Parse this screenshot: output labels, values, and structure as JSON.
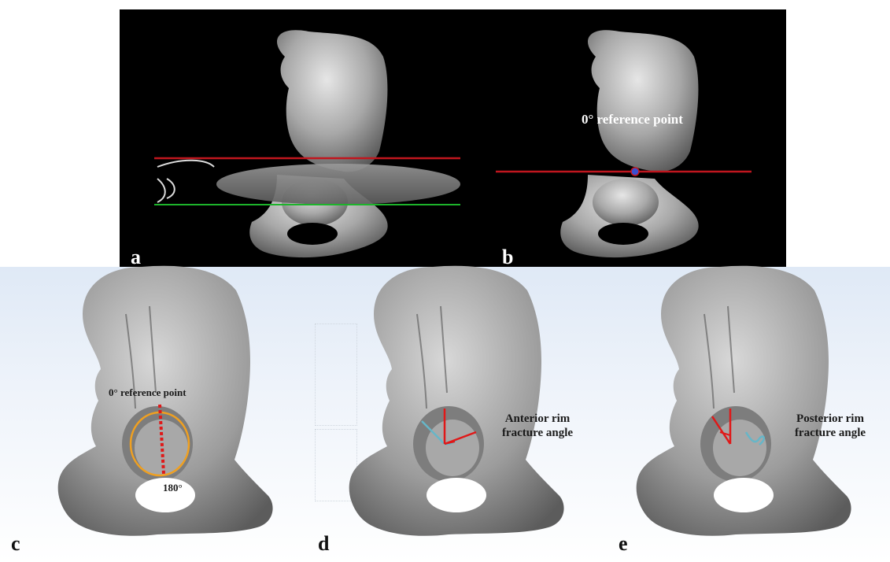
{
  "panels": {
    "a": {
      "letter": "a"
    },
    "b": {
      "letter": "b",
      "label": "0° reference point"
    },
    "c": {
      "letter": "c",
      "label_top": "0° reference point",
      "label_bottom": "180°"
    },
    "d": {
      "letter": "d",
      "label_line1": "Anterior rim",
      "label_line2": "fracture angle"
    },
    "e": {
      "letter": "e",
      "label_line1": "Posterior  rim",
      "label_line2": "fracture angle"
    }
  },
  "colors": {
    "reference_line": "#c0161e",
    "green_line": "#1db42b",
    "acetabular_circle": "#f0a020",
    "fracture_line": "#66b6c8",
    "angle_lines": "#e01818",
    "bone": "#9a9a9a",
    "reference_dot": "#3a4fd0"
  }
}
